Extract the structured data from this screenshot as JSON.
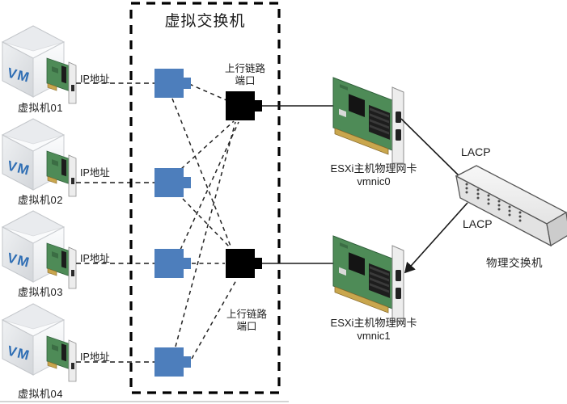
{
  "virtual_switch": {
    "title": "虚拟交换机",
    "uplink_ports": [
      {
        "label_line1": "上行链路",
        "label_line2": "端口"
      },
      {
        "label_line1": "上行链路",
        "label_line2": "端口"
      }
    ]
  },
  "vms": [
    {
      "badge": "VM",
      "name": "虚拟机01",
      "ip_label": "IP地址"
    },
    {
      "badge": "VM",
      "name": "虚拟机02",
      "ip_label": "IP地址"
    },
    {
      "badge": "VM",
      "name": "虚拟机03",
      "ip_label": "IP地址"
    },
    {
      "badge": "VM",
      "name": "虚拟机04",
      "ip_label": "IP地址"
    }
  ],
  "nics": [
    {
      "title": "ESXi主机物理网卡",
      "name": "vmnic0"
    },
    {
      "title": "ESXi主机物理网卡",
      "name": "vmnic1"
    }
  ],
  "physical_switch": {
    "label": "物理交换机"
  },
  "lacp": {
    "top": "LACP",
    "bottom": "LACP"
  },
  "colors": {
    "port_blue": "#4d7ebc",
    "port_black": "#000000",
    "pcb_green": "#4e8b57",
    "gold": "#c9a64d",
    "vm_text_blue": "#2f6eb4",
    "line": "#1a1a1a"
  }
}
